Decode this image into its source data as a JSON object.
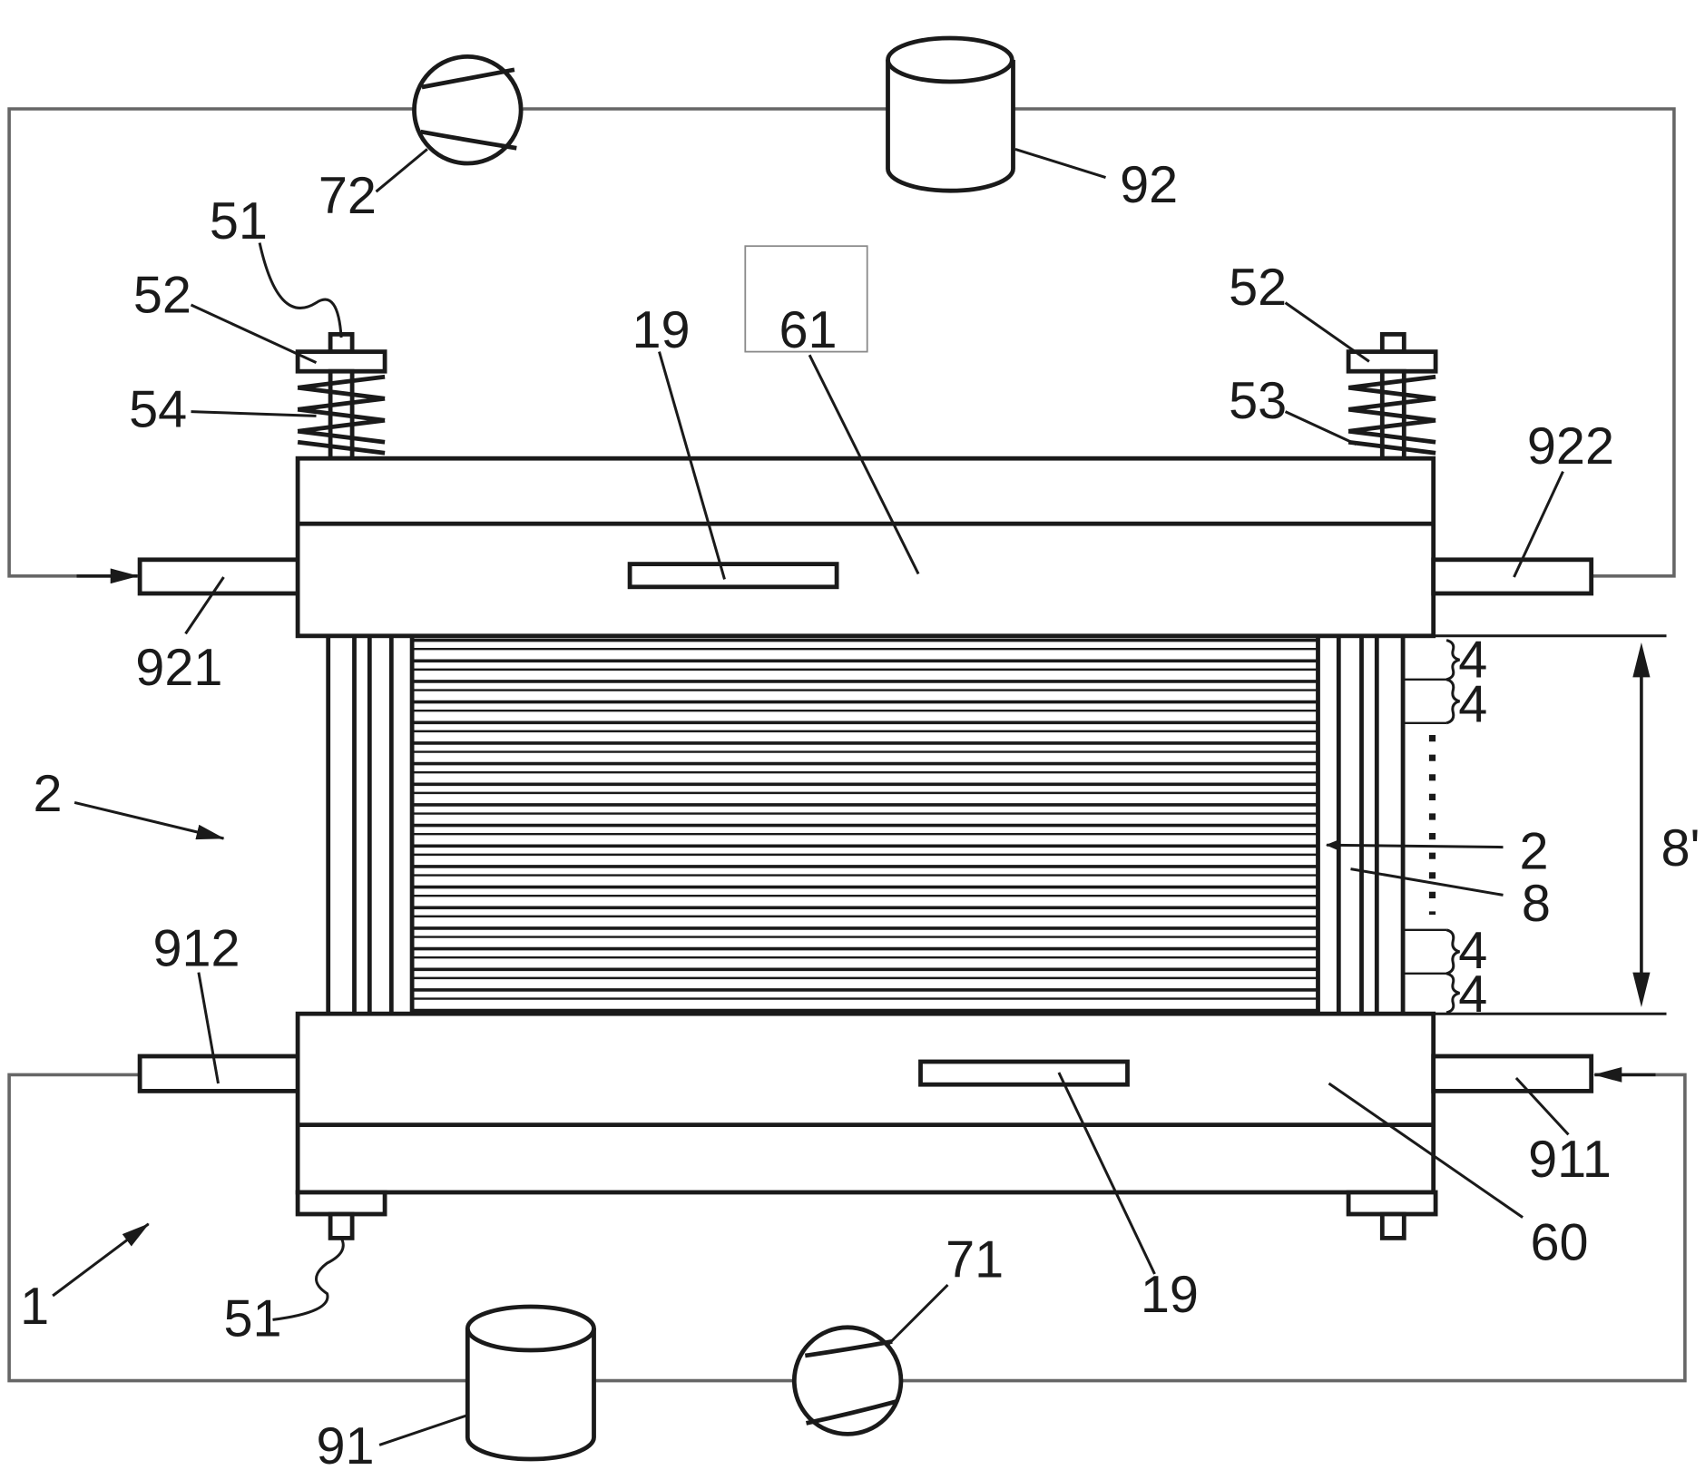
{
  "labels": {
    "system": "1",
    "stack_left": "2",
    "stack_right": "2",
    "cell_a": "4",
    "cell_b": "4",
    "cell_c": "4",
    "cell_d": "4",
    "interconnect": "8",
    "stack_height": "8'",
    "sensor_top": "19",
    "sensor_bottom": "19",
    "bolt_top_left": "51",
    "bolt_bottom_left": "51",
    "nut_left": "52",
    "nut_right": "52",
    "spring_right": "53",
    "spring_left": "54",
    "lower_end_plate": "60",
    "upper_end_plate": "61",
    "pump_lower": "71",
    "pump_upper": "72",
    "tank_lower": "91",
    "tank_upper": "92",
    "port_911": "911",
    "port_912": "912",
    "port_921": "921",
    "port_922": "922"
  }
}
